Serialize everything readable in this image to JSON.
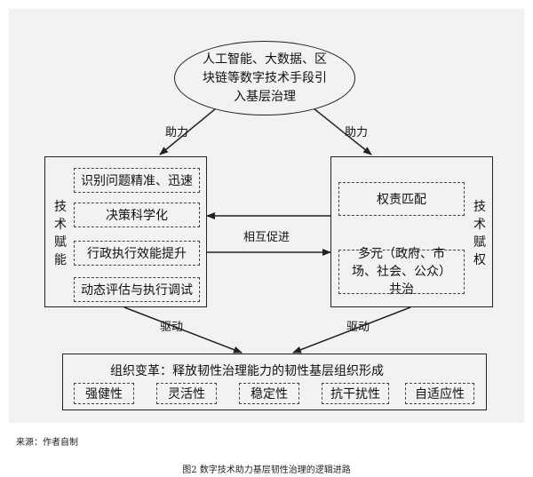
{
  "source": {
    "top": "人工智能、大数据、区块链等数字技术手段引入基层治理"
  },
  "arrow_labels": {
    "left_help": "助力",
    "right_help": "助力",
    "mutual": "相互促进",
    "left_drive": "驱动",
    "right_drive": "驱动"
  },
  "empowerment": {
    "title": "技术赋能",
    "items": [
      "识别问题精准、迅速",
      "决策科学化",
      "行政执行效能提升",
      "动态评估与执行调试"
    ]
  },
  "authorization": {
    "title": "技术赋权",
    "items": [
      "权责匹配",
      "多元（政府、市场、社会、公众）共治"
    ]
  },
  "organization": {
    "title": "组织变革：释放韧性治理能力的韧性基层组织形成",
    "traits": [
      "强健性",
      "灵活性",
      "稳定性",
      "抗干扰性",
      "自适应性"
    ]
  },
  "footer": {
    "source_note": "来源：作者自制",
    "caption": "图2  数字技术助力基层韧性治理的逻辑进路"
  }
}
